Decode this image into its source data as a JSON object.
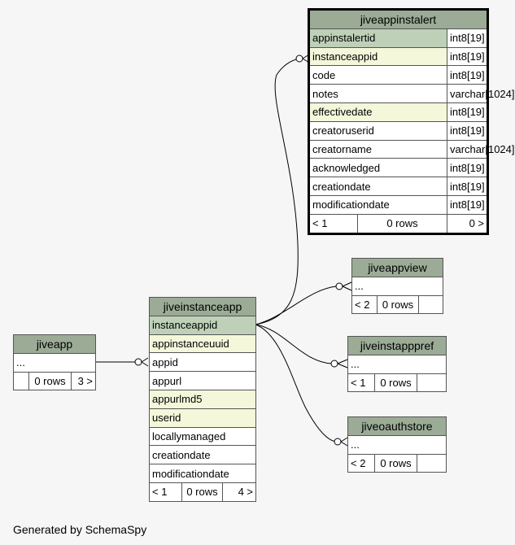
{
  "footer": "Generated by SchemaSpy",
  "tables": {
    "jiveappinstalert": {
      "name": "jiveappinstalert",
      "columns": [
        {
          "name": "appinstalertid",
          "type": "int8[19]",
          "role": "pk"
        },
        {
          "name": "instanceappid",
          "type": "int8[19]",
          "role": "fk"
        },
        {
          "name": "code",
          "type": "int8[19]",
          "role": ""
        },
        {
          "name": "notes",
          "type": "varchar[1024]",
          "role": ""
        },
        {
          "name": "effectivedate",
          "type": "int8[19]",
          "role": "fk"
        },
        {
          "name": "creatoruserid",
          "type": "int8[19]",
          "role": ""
        },
        {
          "name": "creatorname",
          "type": "varchar[1024]",
          "role": ""
        },
        {
          "name": "acknowledged",
          "type": "int8[19]",
          "role": ""
        },
        {
          "name": "creationdate",
          "type": "int8[19]",
          "role": ""
        },
        {
          "name": "modificationdate",
          "type": "int8[19]",
          "role": ""
        }
      ],
      "footer": {
        "parents": "< 1",
        "rows": "0 rows",
        "children": "0 >"
      }
    },
    "jiveinstanceapp": {
      "name": "jiveinstanceapp",
      "columns": [
        {
          "name": "instanceappid",
          "role": "pk"
        },
        {
          "name": "appinstanceuuid",
          "role": "fk"
        },
        {
          "name": "appid",
          "role": ""
        },
        {
          "name": "appurl",
          "role": ""
        },
        {
          "name": "appurlmd5",
          "role": "fk"
        },
        {
          "name": "userid",
          "role": "fk"
        },
        {
          "name": "locallymanaged",
          "role": ""
        },
        {
          "name": "creationdate",
          "role": ""
        },
        {
          "name": "modificationdate",
          "role": ""
        }
      ],
      "footer": {
        "parents": "< 1",
        "rows": "0 rows",
        "children": "4 >"
      }
    },
    "jiveapp": {
      "name": "jiveapp",
      "body": "...",
      "footer": {
        "parents": "",
        "rows": "0 rows",
        "children": "3 >"
      }
    },
    "jiveappview": {
      "name": "jiveappview",
      "body": "...",
      "footer": {
        "parents": "< 2",
        "rows": "0 rows",
        "children": ""
      }
    },
    "jiveinstapppref": {
      "name": "jiveinstapppref",
      "body": "...",
      "footer": {
        "parents": "< 1",
        "rows": "0 rows",
        "children": ""
      }
    },
    "jiveoauthstore": {
      "name": "jiveoauthstore",
      "body": "...",
      "footer": {
        "parents": "< 2",
        "rows": "0 rows",
        "children": ""
      }
    }
  },
  "colors": {
    "header": "#9bab96",
    "primary_key": "#bed1b8",
    "foreign_key": "#f4f7da",
    "background": "#f6f6f6"
  }
}
